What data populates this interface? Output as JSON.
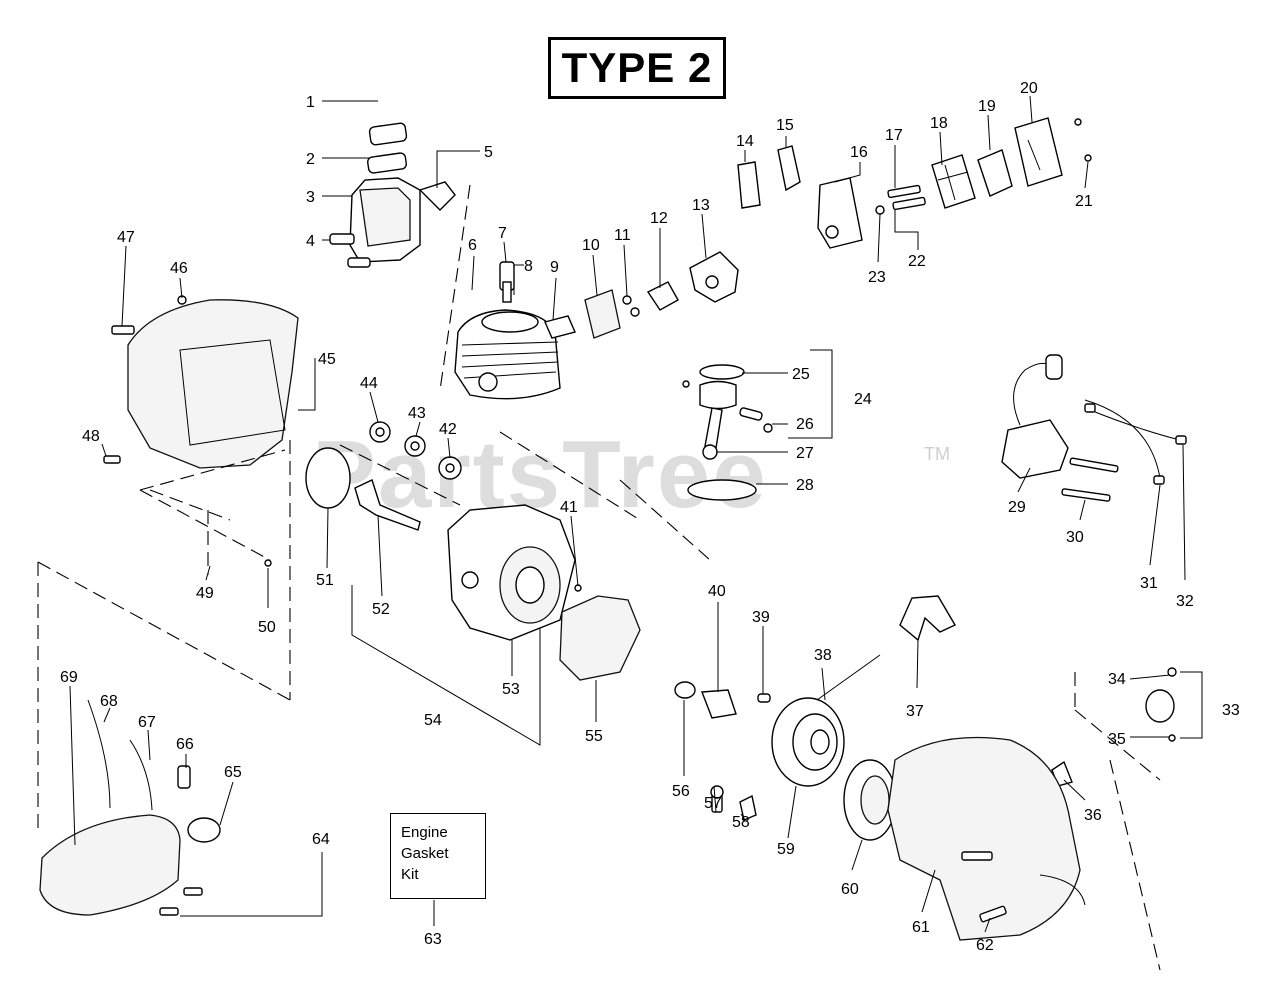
{
  "diagram": {
    "title": "TYPE 2",
    "watermark": "PartsTree",
    "trademark": "TM",
    "kit_label_lines": [
      "Engine",
      "Gasket",
      "Kit"
    ],
    "part_numbers": [
      "1",
      "2",
      "3",
      "4",
      "5",
      "6",
      "7",
      "8",
      "9",
      "10",
      "11",
      "12",
      "13",
      "14",
      "15",
      "16",
      "17",
      "18",
      "19",
      "20",
      "21",
      "22",
      "23",
      "24",
      "25",
      "26",
      "27",
      "28",
      "29",
      "30",
      "31",
      "32",
      "33",
      "34",
      "35",
      "36",
      "37",
      "38",
      "39",
      "40",
      "41",
      "42",
      "43",
      "44",
      "45",
      "46",
      "47",
      "48",
      "49",
      "50",
      "51",
      "52",
      "53",
      "54",
      "55",
      "56",
      "57",
      "58",
      "59",
      "60",
      "61",
      "62",
      "63",
      "64",
      "65",
      "66",
      "67",
      "68",
      "69"
    ]
  }
}
